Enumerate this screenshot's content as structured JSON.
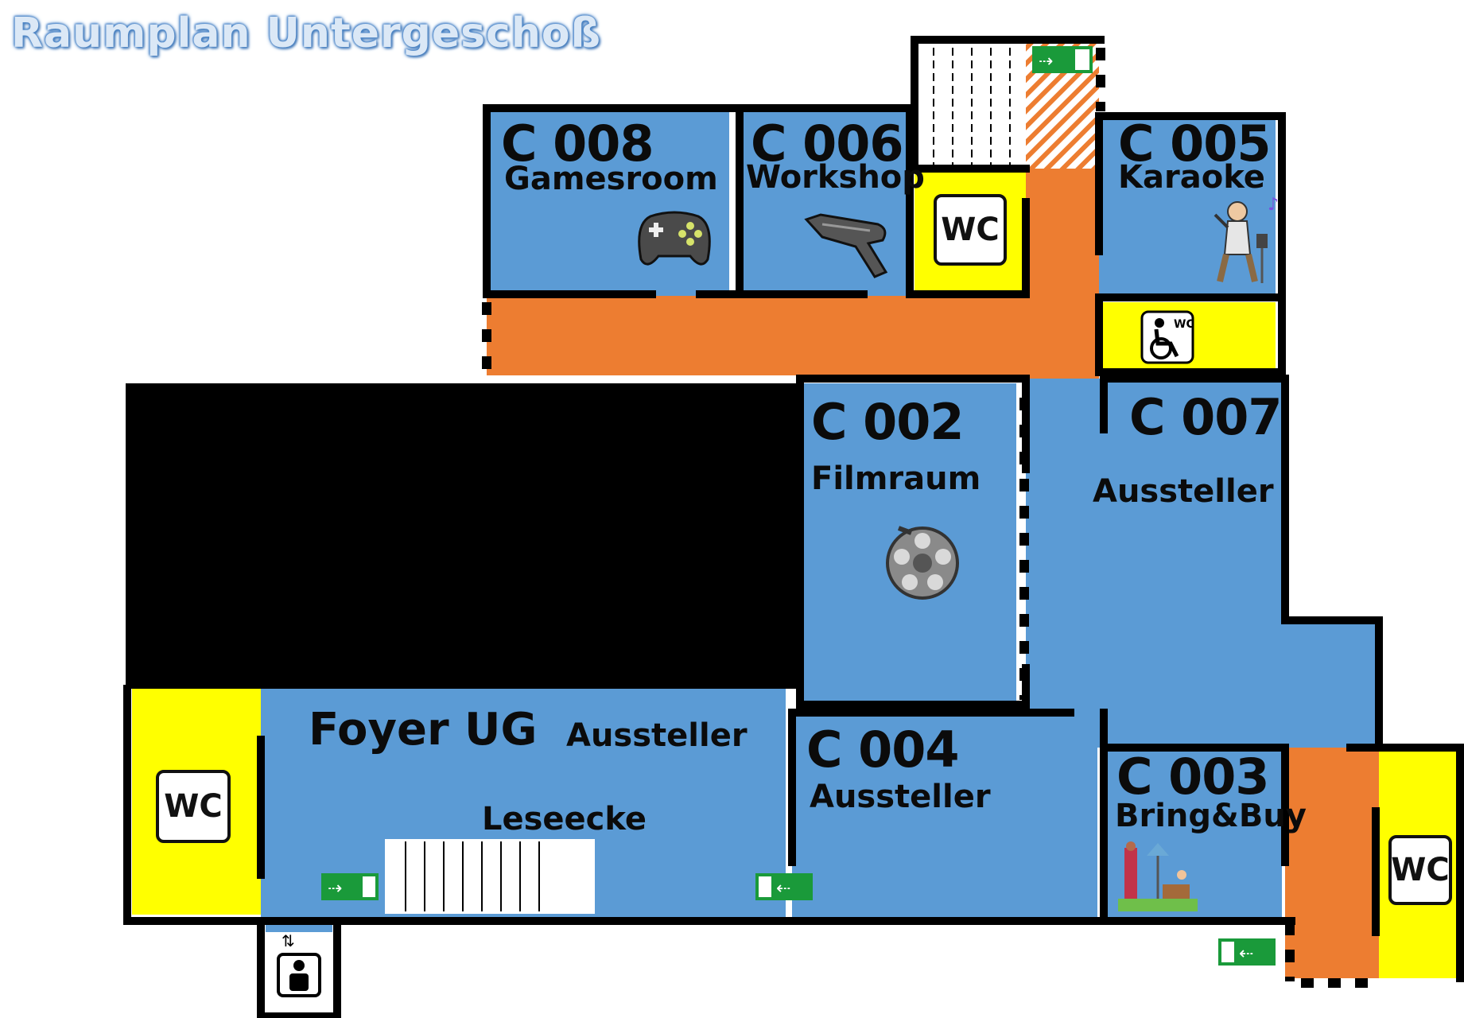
{
  "title": "Raumplan Untergeschoß",
  "colors": {
    "room": "#5b9bd5",
    "corridor": "#ed7d31",
    "wc": "#ffff00",
    "wall": "#000000",
    "exit": "#1a9a3a"
  },
  "rooms": {
    "c008": {
      "code": "C 008",
      "name": "Gamesroom",
      "icon": "gamepad-icon"
    },
    "c006": {
      "code": "C 006",
      "name": "Workshop",
      "icon": "glue-gun-icon"
    },
    "c005": {
      "code": "C 005",
      "name": "Karaoke",
      "icon": "singer-icon"
    },
    "c002": {
      "code": "C 002",
      "name": "Filmraum",
      "icon": "film-reel-icon"
    },
    "c007": {
      "code": "C 007",
      "name": "Aussteller"
    },
    "c004": {
      "code": "C 004",
      "name": "Aussteller"
    },
    "c003": {
      "code": "C 003",
      "name": "Bring&Buy",
      "icon": "flea-market-icon"
    },
    "foyer": {
      "name": "Foyer UG",
      "exhibitor": "Aussteller",
      "reading": "Leseecke"
    }
  },
  "wc_label": "WC",
  "icons": [
    "exit-sign-icon",
    "elevator-icon",
    "accessible-wc-icon",
    "stairs-icon"
  ]
}
